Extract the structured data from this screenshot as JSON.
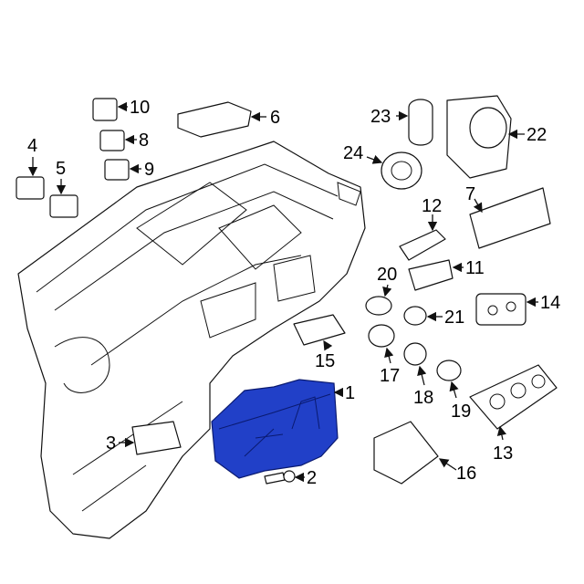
{
  "diagram": {
    "highlight_color": "#2140c8",
    "callouts": [
      {
        "id": "1",
        "label": "1"
      },
      {
        "id": "2",
        "label": "2"
      },
      {
        "id": "3",
        "label": "3"
      },
      {
        "id": "4",
        "label": "4"
      },
      {
        "id": "5",
        "label": "5"
      },
      {
        "id": "6",
        "label": "6"
      },
      {
        "id": "7",
        "label": "7"
      },
      {
        "id": "8",
        "label": "8"
      },
      {
        "id": "9",
        "label": "9"
      },
      {
        "id": "10",
        "label": "10"
      },
      {
        "id": "11",
        "label": "11"
      },
      {
        "id": "12",
        "label": "12"
      },
      {
        "id": "13",
        "label": "13"
      },
      {
        "id": "14",
        "label": "14"
      },
      {
        "id": "15",
        "label": "15"
      },
      {
        "id": "16",
        "label": "16"
      },
      {
        "id": "17",
        "label": "17"
      },
      {
        "id": "18",
        "label": "18"
      },
      {
        "id": "19",
        "label": "19"
      },
      {
        "id": "20",
        "label": "20"
      },
      {
        "id": "21",
        "label": "21"
      },
      {
        "id": "22",
        "label": "22"
      },
      {
        "id": "23",
        "label": "23"
      },
      {
        "id": "24",
        "label": "24"
      }
    ]
  }
}
